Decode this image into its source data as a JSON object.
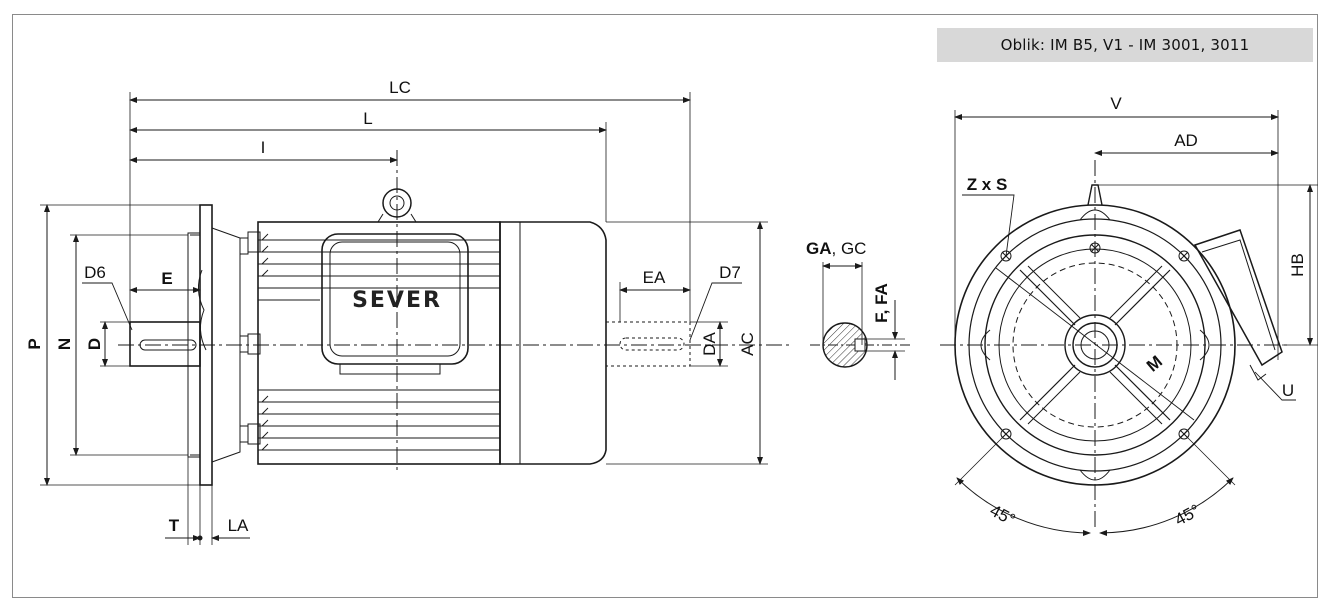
{
  "title": "Oblik: IM B5, V1 - IM 3001, 3011",
  "brand": "SEVER",
  "side_view": {
    "labels": {
      "LC": "LC",
      "L": "L",
      "I": "I",
      "E": "E",
      "D6": "D6",
      "D": "D",
      "N": "N",
      "P": "P",
      "T": "T",
      "LA": "LA",
      "EA": "EA",
      "D7": "D7",
      "DA": "DA",
      "AC": "AC"
    }
  },
  "shaft_section": {
    "labels": {
      "GA": "GA",
      "GC": ", GC",
      "F_FA": "F, FA"
    }
  },
  "front_view": {
    "labels": {
      "V": "V",
      "AD": "AD",
      "ZxS": "Z x S",
      "HB": "HB",
      "M": "M",
      "U": "U",
      "angle1": "45°",
      "angle2": "45°"
    }
  },
  "colors": {
    "line": "#1a1a1a",
    "title_bg": "#d8d8d8",
    "frame": "#8a8a8a"
  }
}
